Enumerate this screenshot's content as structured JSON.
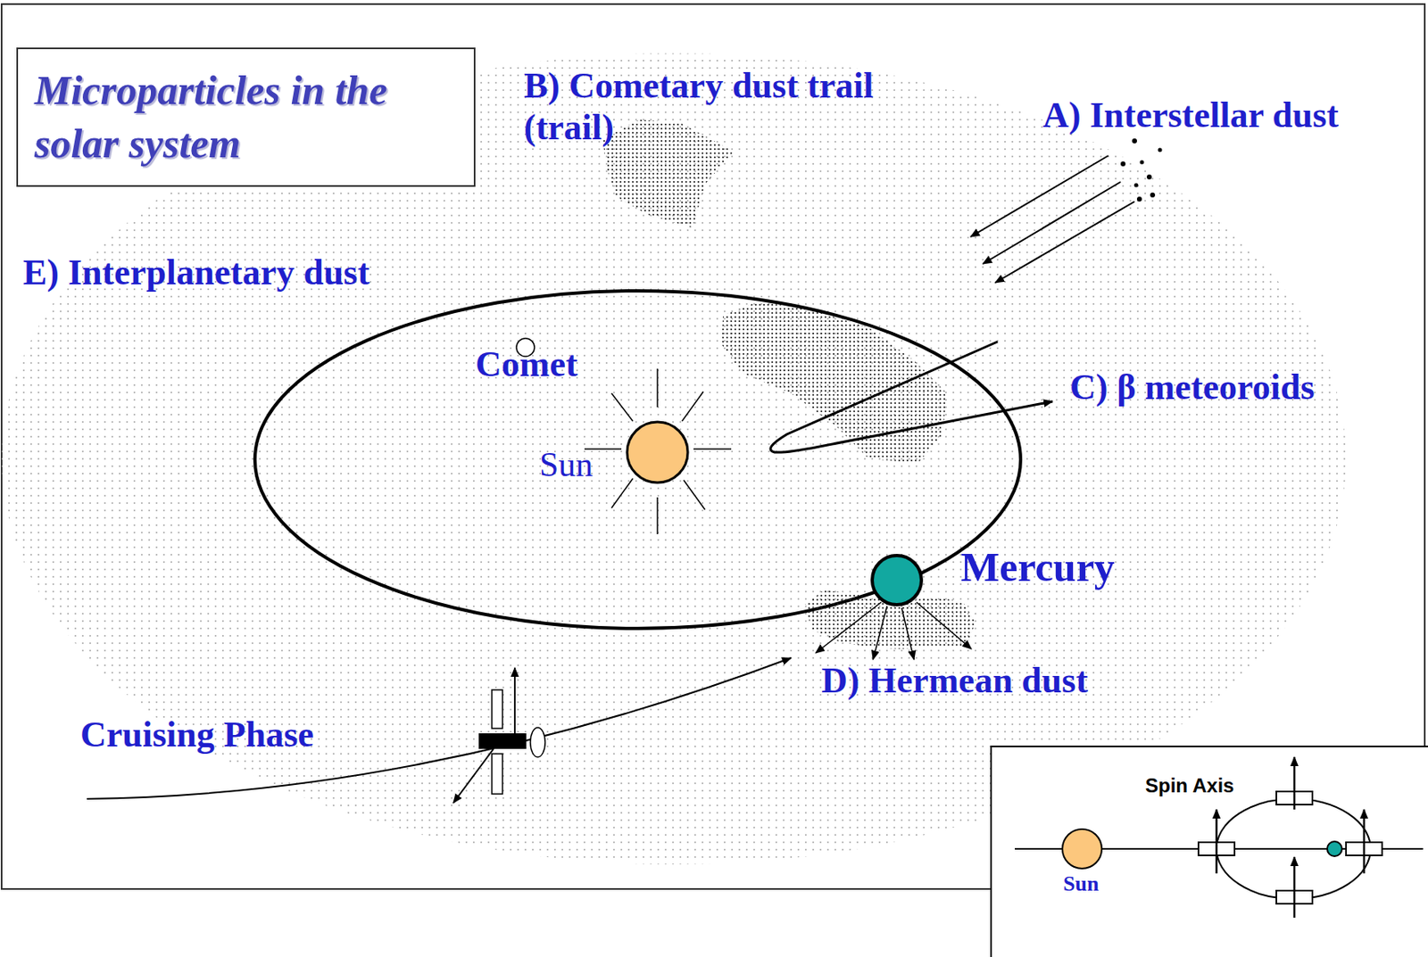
{
  "diagram": {
    "title": "Microparticles in the solar system",
    "labels": [
      "B) Cometary dust trail (trail)",
      "A) Interstellar dust",
      "E) Interplanetary dust",
      "Comet",
      "C) β meteoroids",
      "Sun",
      "Mercury",
      "D) Hermean dust",
      "Cruising Phase",
      "Spin Axis",
      "Sun"
    ]
  }
}
